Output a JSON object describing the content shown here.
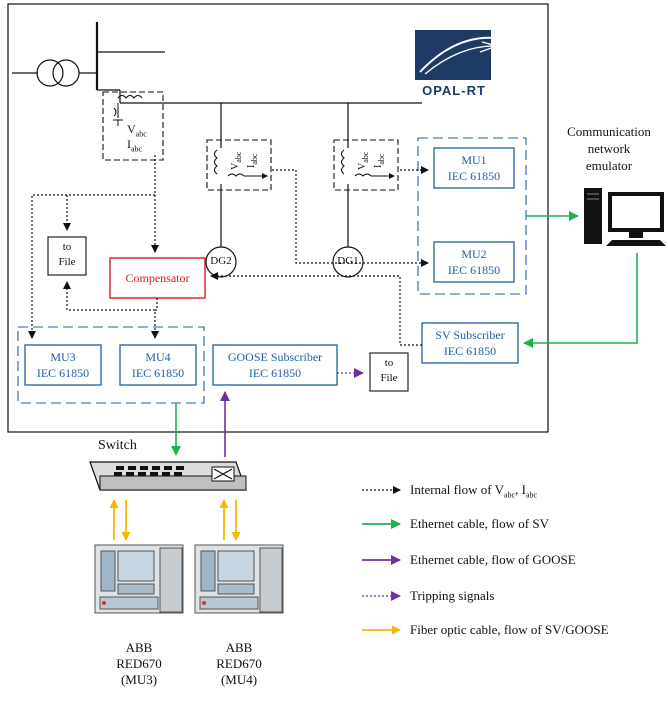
{
  "logo": {
    "text": "OPAL-RT"
  },
  "measure_unit": {
    "v": "V",
    "v_sub": "abc",
    "i": "I",
    "i_sub": "abc"
  },
  "dg": [
    "DG2",
    "DG1"
  ],
  "mu_boxes": [
    {
      "name": "MU1",
      "std": "IEC 61850"
    },
    {
      "name": "MU2",
      "std": "IEC 61850"
    },
    {
      "name": "MU3",
      "std": "IEC 61850"
    },
    {
      "name": "MU4",
      "std": "IEC 61850"
    }
  ],
  "sv_subscriber": {
    "name": "SV Subscriber",
    "std": "IEC 61850"
  },
  "goose_subscriber": {
    "name": "GOOSE Subscriber",
    "std": "IEC 61850"
  },
  "compensator": "Compensator",
  "to_file": {
    "line1": "to",
    "line2": "File"
  },
  "comm": {
    "line1": "Communication",
    "line2": "network",
    "line3": "emulator"
  },
  "switch_label": "Switch",
  "relays": [
    {
      "brand": "ABB",
      "model": "RED670",
      "mu": "(MU3)"
    },
    {
      "brand": "ABB",
      "model": "RED670",
      "mu": "(MU4)"
    }
  ],
  "legend": [
    {
      "text_prefix": "Internal flow of V",
      "sub1": "abc",
      "mid": ", I",
      "sub2": "abc",
      "color": "#111111",
      "style": "dotted"
    },
    {
      "text": "Ethernet cable, flow of SV",
      "color": "#22b14c",
      "style": "solid"
    },
    {
      "text": "Ethernet cable, flow of GOOSE",
      "color": "#7030a0",
      "style": "solid"
    },
    {
      "text": "Tripping signals",
      "color": "#7030a0",
      "style": "dotted"
    },
    {
      "text": "Fiber optic cable, flow of SV/GOOSE",
      "color": "#f5b800",
      "style": "solid"
    }
  ],
  "colors": {
    "sv": "#22b14c",
    "goose": "#7030a0",
    "fiber": "#f5b800",
    "mu": "#1f5fa8",
    "comp": "#d42020"
  }
}
